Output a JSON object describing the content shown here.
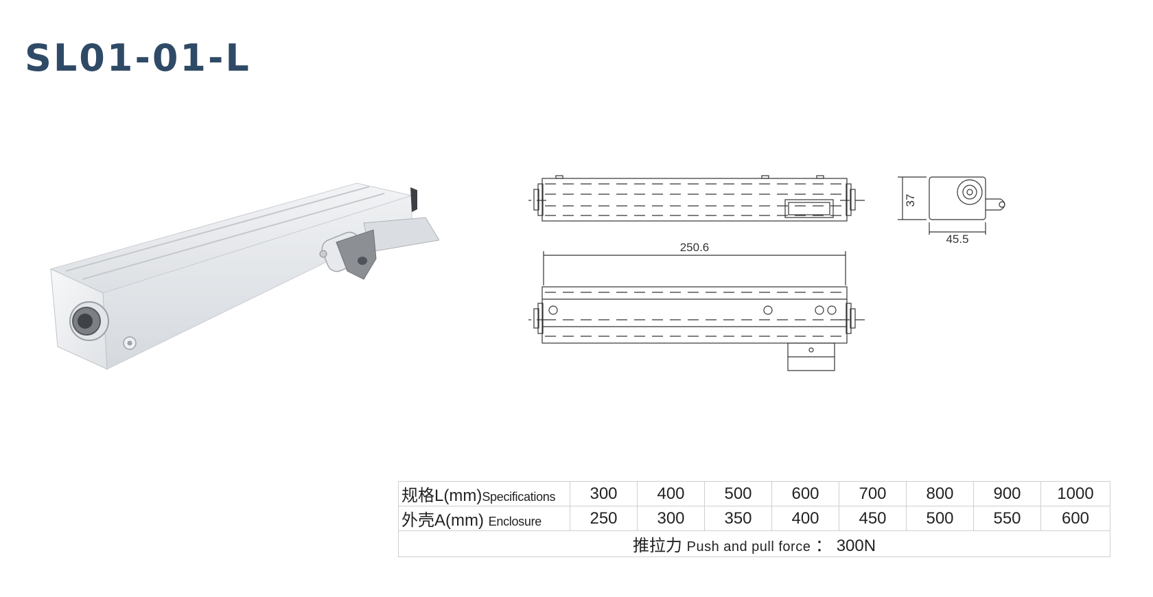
{
  "title": "SL01-01-L",
  "drawing": {
    "length_label": "250.6",
    "height_label": "37",
    "width_label": "45.5"
  },
  "table": {
    "row1": {
      "label_cn": "规格L(mm)",
      "label_en": "Specifications",
      "values": [
        "300",
        "400",
        "500",
        "600",
        "700",
        "800",
        "900",
        "1000"
      ]
    },
    "row2": {
      "label_cn": "外壳A(mm)",
      "label_en": "Enclosure",
      "values": [
        "250",
        "300",
        "350",
        "400",
        "450",
        "500",
        "550",
        "600"
      ]
    },
    "force": {
      "label_cn": "推拉力",
      "label_en": "Push and pull force",
      "separator": "：",
      "value": "300N"
    }
  }
}
